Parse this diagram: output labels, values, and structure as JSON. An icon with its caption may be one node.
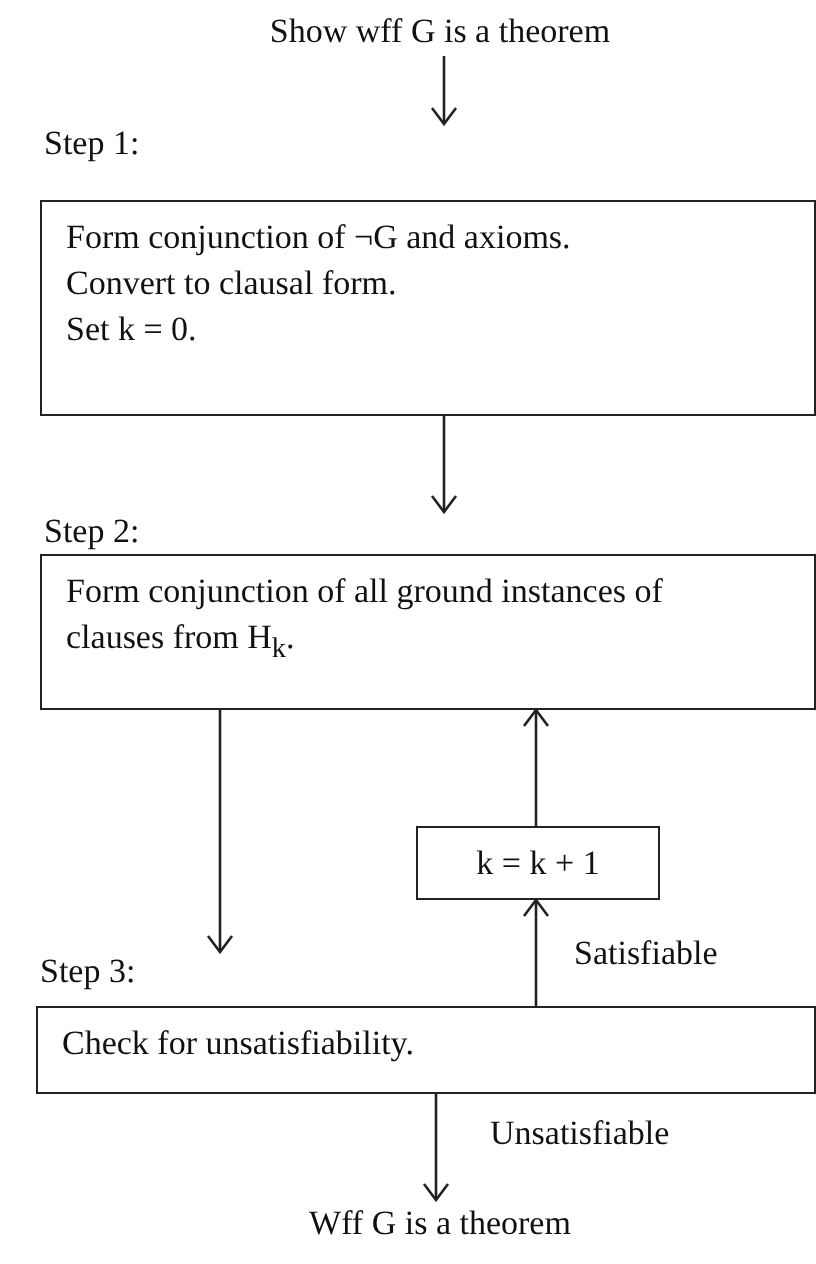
{
  "diagram": {
    "nodes": [
      {
        "text": [
          "Show wff G is a theorem"
        ]
      },
      {
        "text": [
          "Step 1:",
          "Form conjunction of ¬G and axioms.",
          "Convert to clausal form.",
          "Set k = 0."
        ]
      },
      {
        "text": [
          "Step 2:",
          "Form conjunction of all ground instances of clauses from H$_{k}$."
        ]
      },
      {
        "text": [
          "k = k + 1"
        ]
      },
      {
        "text": [
          "Step 3:",
          "Check for unsatisfiability."
        ]
      },
      {
        "text": [
          "Wff G is a theorem"
        ]
      }
    ],
    "edges": [
      {
        "from": 0,
        "to": 1,
        "arrow": "to"
      },
      {
        "from": 1,
        "to": 2,
        "arrow": "to"
      },
      {
        "from": 2,
        "to": 4,
        "arrow": "to"
      },
      {
        "from": 4,
        "to": 3,
        "arrow": "to",
        "label": "Satisfiable"
      },
      {
        "from": 3,
        "to": 2,
        "arrow": "to"
      },
      {
        "from": 4,
        "to": 5,
        "arrow": "to",
        "label": "Unsatisfiable"
      }
    ]
  }
}
